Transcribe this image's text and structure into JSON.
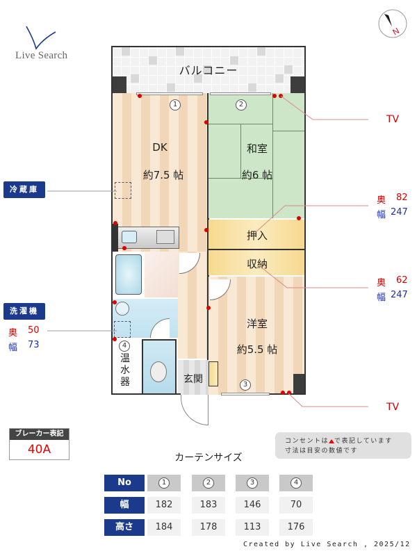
{
  "logo": {
    "text": "Live Search",
    "icon": "v-checkmark-logo-icon"
  },
  "compass": {
    "label": "N",
    "icon": "compass-north-icon",
    "color": "#c8102e"
  },
  "rooms": {
    "balcony": "バルコニー",
    "dk": {
      "name": "DK",
      "size": "約7.5 帖"
    },
    "washitsu": {
      "name": "和室",
      "size": "約6 帖"
    },
    "oshiire": "押入",
    "shuno": "収納",
    "yoshitsu": {
      "name": "洋室",
      "size": "約5.5 帖"
    },
    "genkan": "玄関",
    "water_heater": [
      "温",
      "水",
      "器"
    ]
  },
  "window_markers": [
    "1",
    "2",
    "3",
    "4"
  ],
  "annotations": {
    "tv_top": "TV",
    "tv_bottom": "TV",
    "oshiire_dims": {
      "depth_label": "奥",
      "depth": "82",
      "width_label": "幅",
      "width": "247"
    },
    "shuno_dims": {
      "depth_label": "奥",
      "depth": "62",
      "width_label": "幅",
      "width": "247"
    },
    "fridge_badge": "冷蔵庫",
    "washer_badge": "洗濯機",
    "washer_dims": {
      "depth_label": "奥",
      "depth": "50",
      "width_label": "幅",
      "width": "73"
    }
  },
  "breaker": {
    "label": "ブレーカー表記",
    "value": "40A"
  },
  "note": {
    "line1_pre": "コンセントは",
    "line1_post": "で表記しています",
    "line2": "寸法は目安の数値です",
    "outlet_color": "#e00000"
  },
  "curtain": {
    "title": "カーテンサイズ",
    "row_headers": [
      "No",
      "幅",
      "高さ"
    ],
    "columns": [
      "1",
      "2",
      "3",
      "4"
    ],
    "widths": [
      "182",
      "183",
      "146",
      "70"
    ],
    "heights": [
      "184",
      "178",
      "113",
      "176"
    ]
  },
  "footer": {
    "created": "Created by Live Search , 2025/12"
  },
  "colors": {
    "badge_blue": "#1b3a8c",
    "red_label": "#d00000",
    "blue_label": "#1a2fb0"
  }
}
